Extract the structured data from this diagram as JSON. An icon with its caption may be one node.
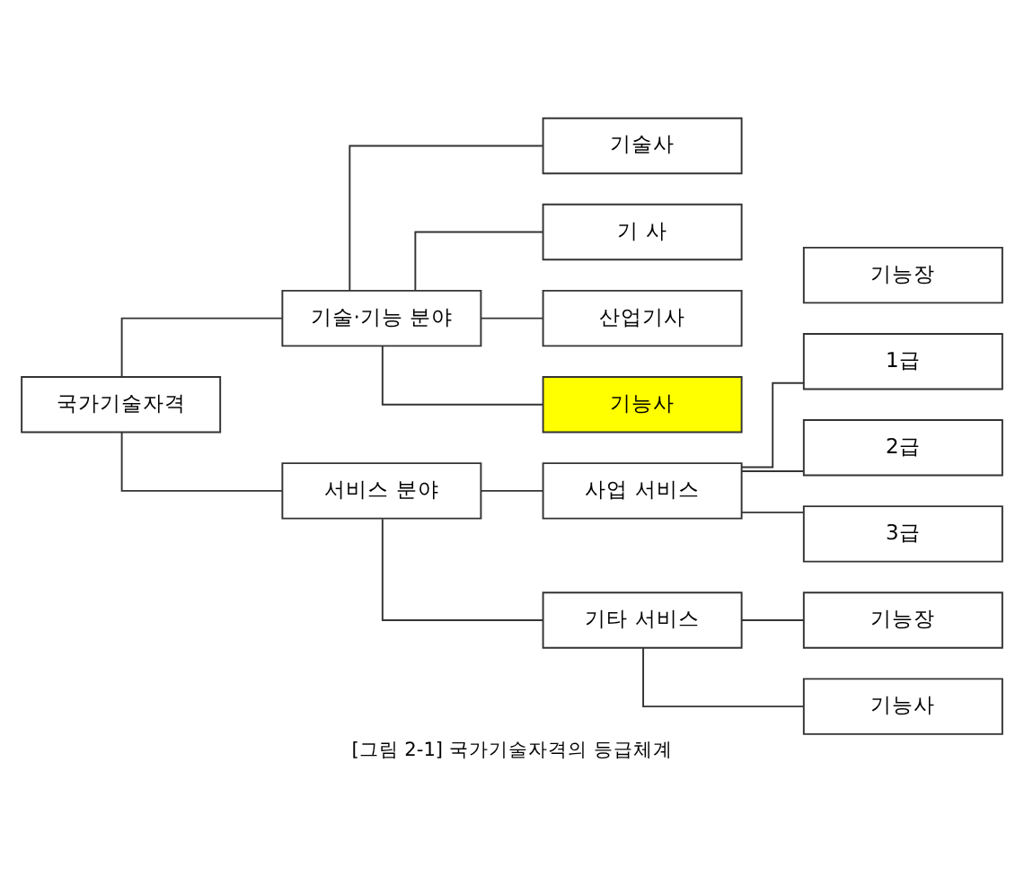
{
  "diagram": {
    "caption": "[그림 2-1] 국가기술자격의 등급체계",
    "nodes": [
      {
        "text": [
          "국가기술자격"
        ]
      },
      {
        "text": [
          "기술·기능 분야"
        ]
      },
      {
        "text": [
          "기술사"
        ]
      },
      {
        "text": [
          "기능장"
        ]
      },
      {
        "text": [
          "기 사"
        ]
      },
      {
        "text": [
          "산업기사"
        ]
      },
      {
        "text": [
          "기능사"
        ]
      },
      {
        "text": [
          "서비스 분야"
        ]
      },
      {
        "text": [
          "사업 서비스"
        ]
      },
      {
        "text": [
          "1급"
        ]
      },
      {
        "text": [
          "2급"
        ]
      },
      {
        "text": [
          "3급"
        ]
      },
      {
        "text": [
          "기타 서비스"
        ]
      },
      {
        "text": [
          "기능장"
        ]
      },
      {
        "text": [
          "기능사"
        ]
      }
    ],
    "edges": [
      {
        "from": 0,
        "to": 1,
        "arrow": "none"
      },
      {
        "from": 0,
        "to": 7,
        "arrow": "none"
      },
      {
        "from": 1,
        "to": 2,
        "arrow": "none"
      },
      {
        "from": 1,
        "to": 4,
        "arrow": "none"
      },
      {
        "from": 1,
        "to": 5,
        "arrow": "none"
      },
      {
        "from": 1,
        "to": 6,
        "arrow": "none"
      },
      {
        "from": 7,
        "to": 8,
        "arrow": "none"
      },
      {
        "from": 7,
        "to": 12,
        "arrow": "none"
      },
      {
        "from": 8,
        "to": 9,
        "arrow": "none"
      },
      {
        "from": 8,
        "to": 10,
        "arrow": "none"
      },
      {
        "from": 8,
        "to": 11,
        "arrow": "none"
      },
      {
        "from": 12,
        "to": 13,
        "arrow": "none"
      },
      {
        "from": 12,
        "to": 14,
        "arrow": "none"
      }
    ]
  }
}
